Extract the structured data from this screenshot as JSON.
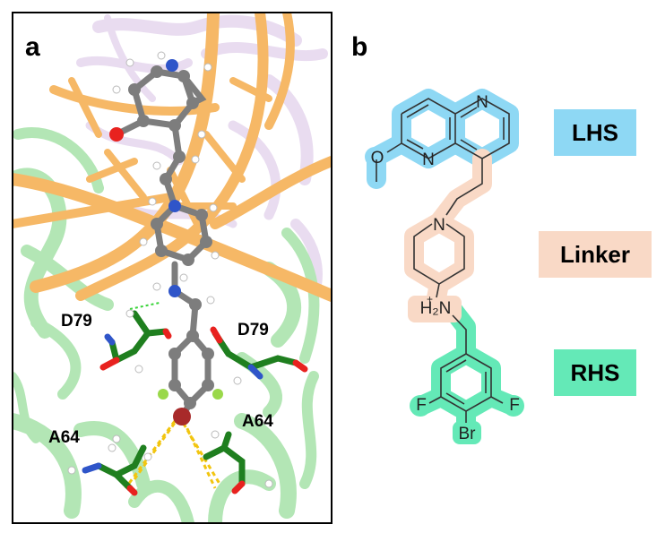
{
  "panel_a": {
    "letter": "a",
    "residue_labels": {
      "d79_left": "D79",
      "d79_right": "D79",
      "a64_left": "A64",
      "a64_right": "A64"
    }
  },
  "panel_b": {
    "letter": "b",
    "atoms": {
      "n_top": "N",
      "n_ring": "N",
      "o_methoxy": "O",
      "n_piperidine": "N",
      "ammonium": "H₂N",
      "ammonium_charge": "+",
      "f_left": "F",
      "f_right": "F",
      "br": "Br"
    },
    "regions": [
      {
        "label": "LHS",
        "color": "#8ed8f4"
      },
      {
        "label": "Linker",
        "color": "#f9d9c6"
      },
      {
        "label": "RHS",
        "color": "#64e9b7"
      }
    ]
  },
  "colors": {
    "dna": "#f6b866",
    "protein_green": "#b3e6b5",
    "protein_purple": "#e9dcf0",
    "carbon": "#7d7d7d",
    "oxygen": "#e8221f",
    "nitrogen": "#2f55c9",
    "fluorine": "#9ad84a",
    "bromine": "#a82a2a",
    "residue_carbon": "#1f7f1f",
    "hbond": "#f2c50f"
  }
}
